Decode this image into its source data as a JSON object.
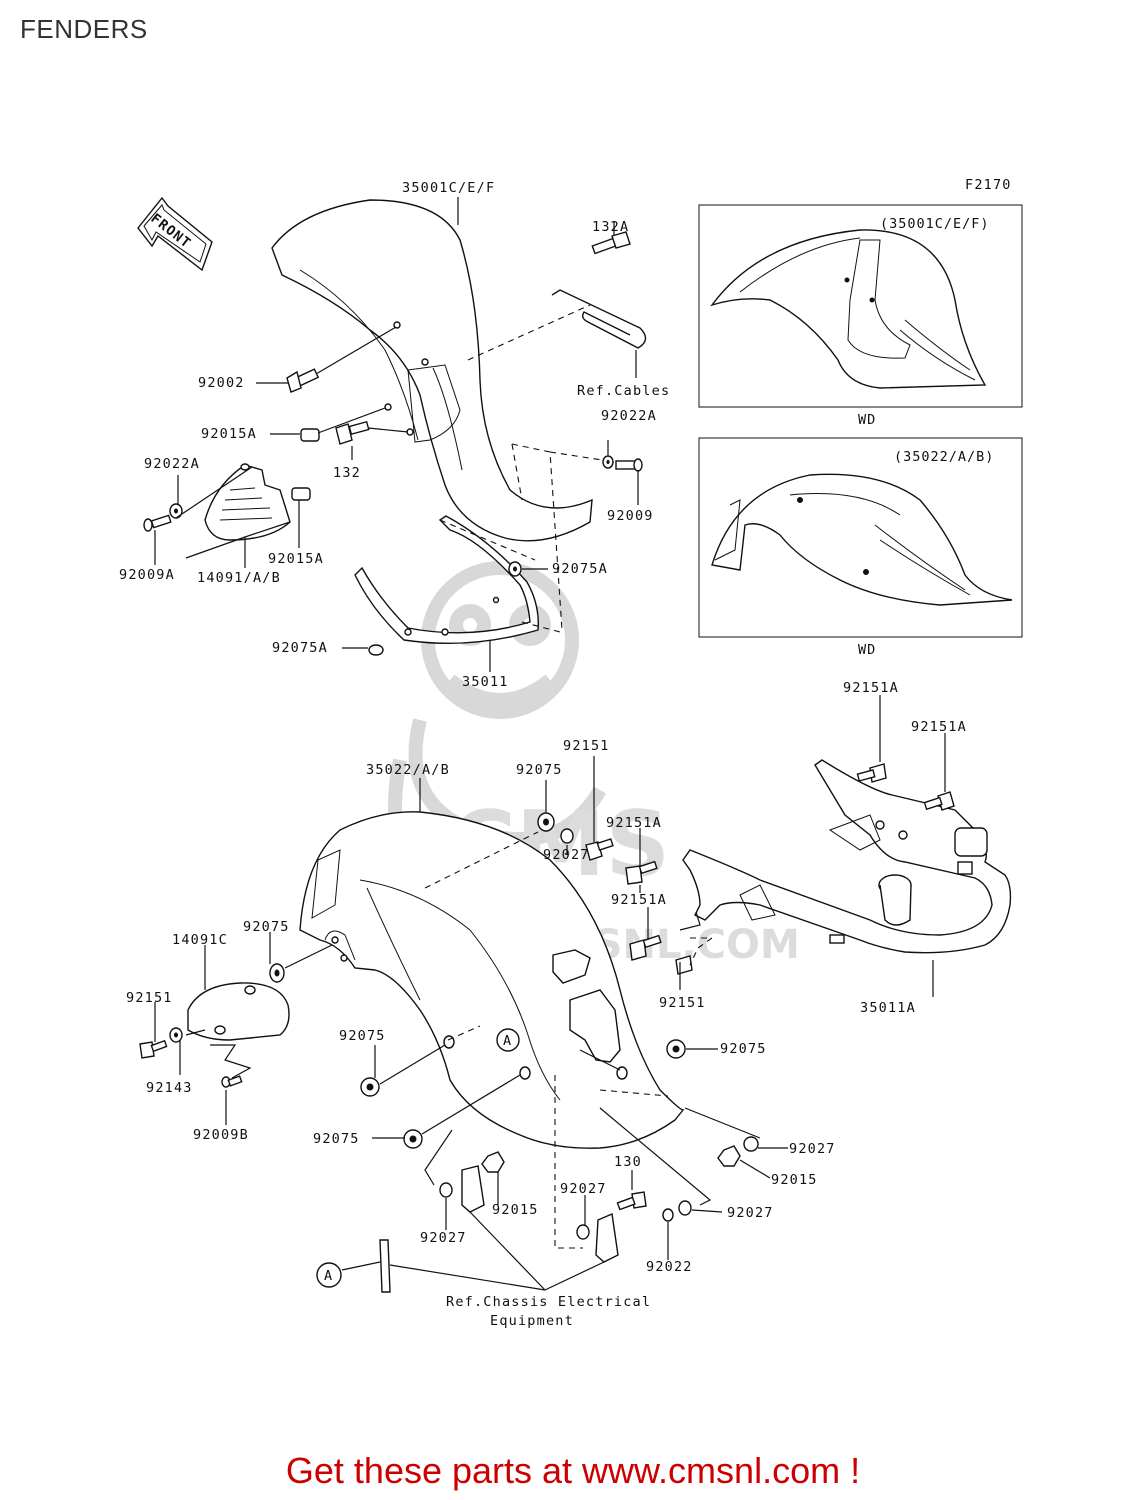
{
  "page_title": "FENDERS",
  "figure_code": "F2170",
  "front_arrow_label": "FRONT",
  "watermark": {
    "brand": "CMS",
    "url": "WWW.CMSNL.COM"
  },
  "insets": [
    {
      "variant": "(35001C/E/F)",
      "caption": "WD"
    },
    {
      "variant": "(35022/A/B)",
      "caption": "WD"
    }
  ],
  "front_group_labels": {
    "front_fender": "35001C/E/F",
    "bolt_132A": "132A",
    "ref_cables": "Ref.Cables",
    "bolt_92002": "92002",
    "collar_92015A_top": "92015A",
    "washer_92022A_right": "92022A",
    "washer_92022A_left": "92022A",
    "bolt_132": "132",
    "bolt_92009": "92009",
    "bolt_92009A": "92009A",
    "cover_14091": "14091/A/B",
    "collar_92015A_low": "92015A",
    "damper_92075A_right": "92075A",
    "damper_92075A_left": "92075A",
    "stay_35011": "35011"
  },
  "rear_group_labels": {
    "bolt_92151A_top": "92151A",
    "bolt_92151A_right": "92151A",
    "rear_fender": "35022/A/B",
    "damper_92075_top": "92075",
    "bolt_92151_top": "92151",
    "bolt_92151A_mid": "92151A",
    "collar_92027_top": "92027",
    "bolt_92151A_low": "92151A",
    "damper_92075_side": "92075",
    "cover_14091C": "14091C",
    "bolt_92151_mid": "92151",
    "bolt_92151_left": "92151",
    "stay_35011A": "35011A",
    "washer_92143": "92143",
    "damper_92075_left": "92075",
    "bolt_92009B": "92009B",
    "damper_92075_right": "92075",
    "damper_92075_low": "92075",
    "collar_92027_r1": "92027",
    "nut_92015_right": "92015",
    "bolt_130": "130",
    "collar_92027_mid": "92027",
    "nut_92015_mid": "92015",
    "collar_92027_left": "92027",
    "collar_92027_r2": "92027",
    "washer_92022": "92022",
    "ref_marker_a": "A",
    "ref_chassis_line1": "Ref.Chassis Electrical",
    "ref_chassis_line2": "Equipment"
  },
  "promo_text": "Get these parts at www.cmsnl.com !"
}
